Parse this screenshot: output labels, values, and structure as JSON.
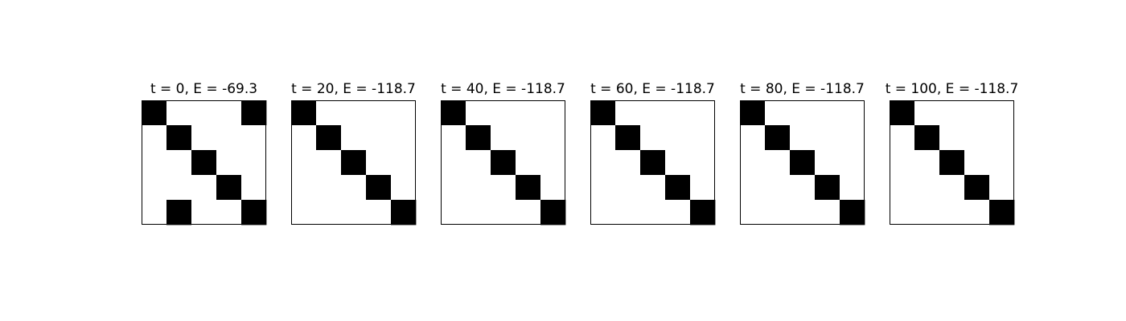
{
  "chart_data": {
    "type": "heatmap",
    "grid_size": 5,
    "colormap": {
      "1": "#000000",
      "0": "#ffffff"
    },
    "grid": false,
    "panels": [
      {
        "title": "t = 0, E = -69.3",
        "matrix": [
          [
            1,
            0,
            0,
            0,
            1
          ],
          [
            0,
            1,
            0,
            0,
            0
          ],
          [
            0,
            0,
            1,
            0,
            0
          ],
          [
            0,
            0,
            0,
            1,
            0
          ],
          [
            0,
            1,
            0,
            0,
            1
          ]
        ]
      },
      {
        "title": "t = 20, E = -118.7",
        "matrix": [
          [
            1,
            0,
            0,
            0,
            0
          ],
          [
            0,
            1,
            0,
            0,
            0
          ],
          [
            0,
            0,
            1,
            0,
            0
          ],
          [
            0,
            0,
            0,
            1,
            0
          ],
          [
            0,
            0,
            0,
            0,
            1
          ]
        ]
      },
      {
        "title": "t = 40, E = -118.7",
        "matrix": [
          [
            1,
            0,
            0,
            0,
            0
          ],
          [
            0,
            1,
            0,
            0,
            0
          ],
          [
            0,
            0,
            1,
            0,
            0
          ],
          [
            0,
            0,
            0,
            1,
            0
          ],
          [
            0,
            0,
            0,
            0,
            1
          ]
        ]
      },
      {
        "title": "t = 60, E = -118.7",
        "matrix": [
          [
            1,
            0,
            0,
            0,
            0
          ],
          [
            0,
            1,
            0,
            0,
            0
          ],
          [
            0,
            0,
            1,
            0,
            0
          ],
          [
            0,
            0,
            0,
            1,
            0
          ],
          [
            0,
            0,
            0,
            0,
            1
          ]
        ]
      },
      {
        "title": "t = 80, E = -118.7",
        "matrix": [
          [
            1,
            0,
            0,
            0,
            0
          ],
          [
            0,
            1,
            0,
            0,
            0
          ],
          [
            0,
            0,
            1,
            0,
            0
          ],
          [
            0,
            0,
            0,
            1,
            0
          ],
          [
            0,
            0,
            0,
            0,
            1
          ]
        ]
      },
      {
        "title": "t = 100, E = -118.7",
        "matrix": [
          [
            1,
            0,
            0,
            0,
            0
          ],
          [
            0,
            1,
            0,
            0,
            0
          ],
          [
            0,
            0,
            1,
            0,
            0
          ],
          [
            0,
            0,
            0,
            1,
            0
          ],
          [
            0,
            0,
            0,
            0,
            1
          ]
        ]
      }
    ]
  }
}
